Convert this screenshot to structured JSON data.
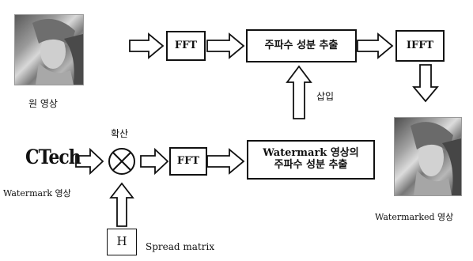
{
  "blocks": {
    "fft_top": "FFT",
    "freq_extract_top": "주파수 성분 추출",
    "ifft": "IFFT",
    "fft_bottom": "FFT",
    "watermark_freq_line1": "Watermark 영상의",
    "watermark_freq_line2": "주파수 성분 추출",
    "h_matrix": "H"
  },
  "labels": {
    "original_image": "원 영상",
    "insert": "삽입",
    "spread": "확산",
    "watermark_image": "Watermark 영상",
    "watermarked_image": "Watermarked 영상",
    "spread_matrix": "Spread matrix"
  },
  "logo_text": "CTech",
  "multiply_symbol": "×"
}
